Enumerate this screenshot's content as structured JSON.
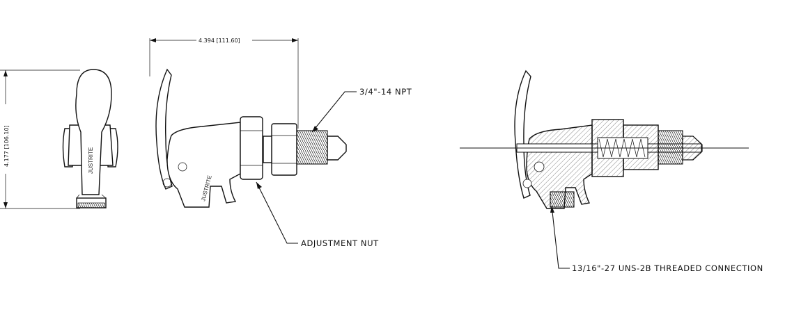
{
  "dimensions": {
    "width_label": "4.394 [111.60]",
    "height_label": "4.177 [106.10]"
  },
  "callouts": {
    "npt": "3/4\"-14 NPT",
    "adjustment_nut": "ADJUSTMENT NUT",
    "threaded_connection": "13/16\"-27 UNS-2B THREADED CONNECTION"
  },
  "brand_marks": {
    "front_view": "JUSTRITE",
    "side_view": "JUSTRITE"
  },
  "colors": {
    "line": "#111111",
    "background": "#ffffff"
  }
}
